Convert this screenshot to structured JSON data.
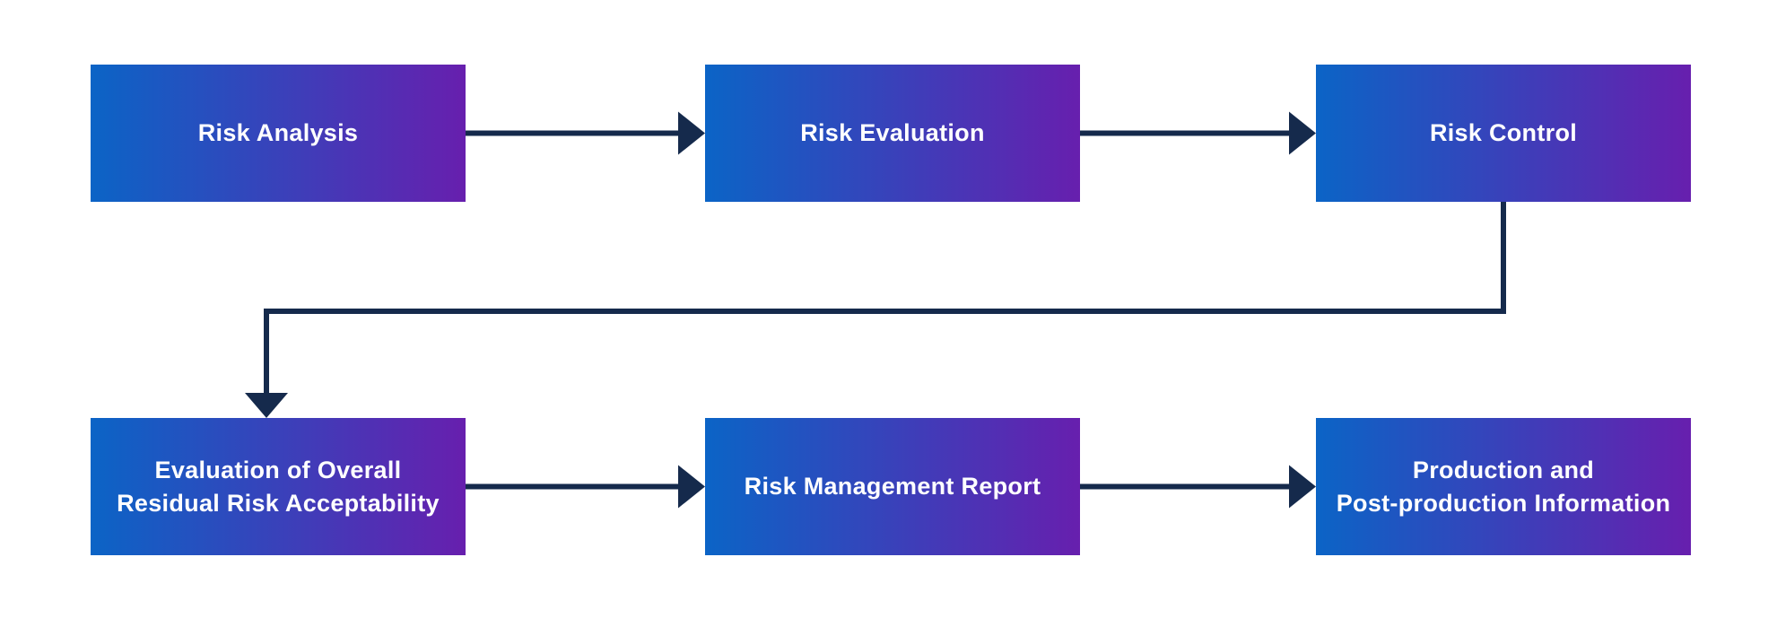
{
  "boxes": [
    {
      "id": "risk-analysis",
      "label": "Risk Analysis"
    },
    {
      "id": "risk-evaluation",
      "label": "Risk Evaluation"
    },
    {
      "id": "risk-control",
      "label": "Risk Control"
    },
    {
      "id": "evaluation-of-overall-residual-risk-acceptability",
      "label": "Evaluation of Overall\nResidual Risk Acceptability"
    },
    {
      "id": "risk-management-report",
      "label": "Risk Management Report"
    },
    {
      "id": "production-and-post-production-information",
      "label": "Production and\nPost-production Information"
    }
  ],
  "connections": [
    {
      "from": "risk-analysis",
      "to": "risk-evaluation",
      "type": "straight-right"
    },
    {
      "from": "risk-evaluation",
      "to": "risk-control",
      "type": "straight-right"
    },
    {
      "from": "risk-control",
      "to": "evaluation-of-overall-residual-risk-acceptability",
      "type": "elbow-down-left-down"
    },
    {
      "from": "evaluation-of-overall-residual-risk-acceptability",
      "to": "risk-management-report",
      "type": "straight-right"
    },
    {
      "from": "risk-management-report",
      "to": "production-and-post-production-information",
      "type": "straight-right"
    }
  ],
  "colors": {
    "page_background": "#ffffff",
    "box_gradient_start": "#0b64c6",
    "box_gradient_end": "#671fae",
    "arrow_color": "#152a4c",
    "label_color": "#ffffff"
  }
}
